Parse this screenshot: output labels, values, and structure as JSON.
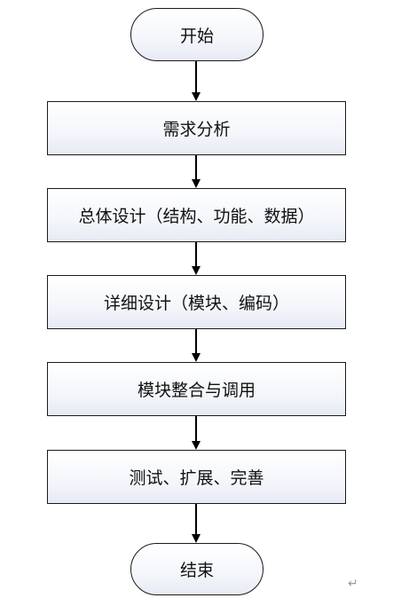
{
  "flowchart": {
    "start": "开始",
    "steps": [
      "需求分析",
      "总体设计（结构、功能、数据）",
      "详细设计（模块、编码）",
      "模块整合与调用",
      "测试、扩展、完善"
    ],
    "end": "结束"
  },
  "colors": {
    "border": "#1a1a1a",
    "fill_top": "#ffffff",
    "fill_bottom": "#e6eaf3",
    "arrow": "#000000"
  },
  "document": {
    "return_mark": "↵"
  }
}
